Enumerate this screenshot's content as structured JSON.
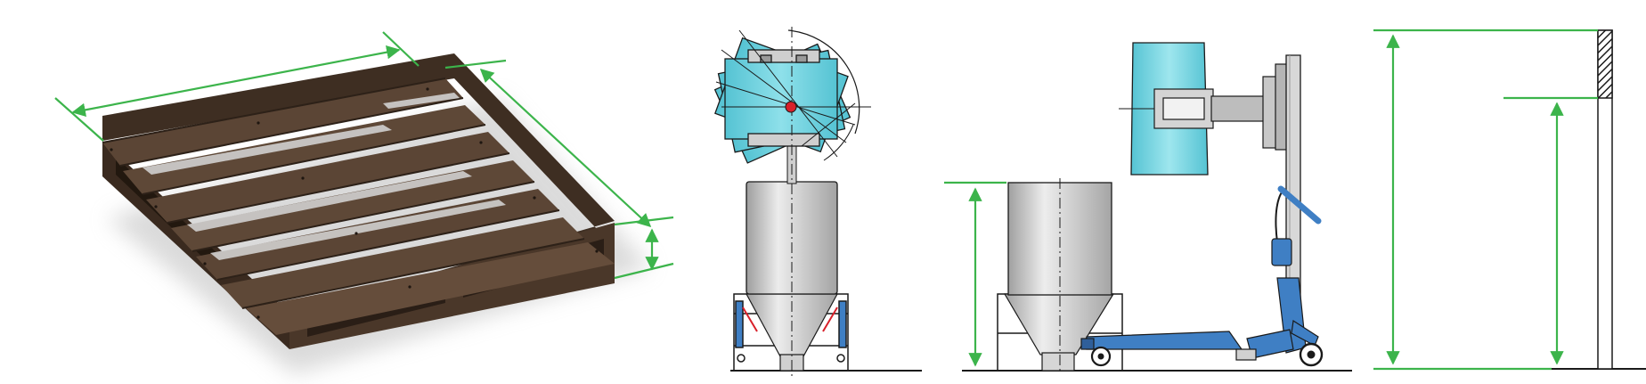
{
  "colors": {
    "dimension_green": "#3cb44b",
    "wood_dark": "#4a3729",
    "wood_mid": "#5b4535",
    "wood_light": "#6e5644",
    "cyan_body": "#6fcfdc",
    "steel_light": "#e2e2e2",
    "steel_mid": "#a9a9a9",
    "frame_blue": "#3f7fc4",
    "pivot_red": "#d8202a",
    "line_black": "#1a1a1a"
  },
  "icons": {
    "dimension_arrow": "double-headed-arrow",
    "pivot_marker": "red-dot",
    "centerline": "dash-dot-line"
  }
}
